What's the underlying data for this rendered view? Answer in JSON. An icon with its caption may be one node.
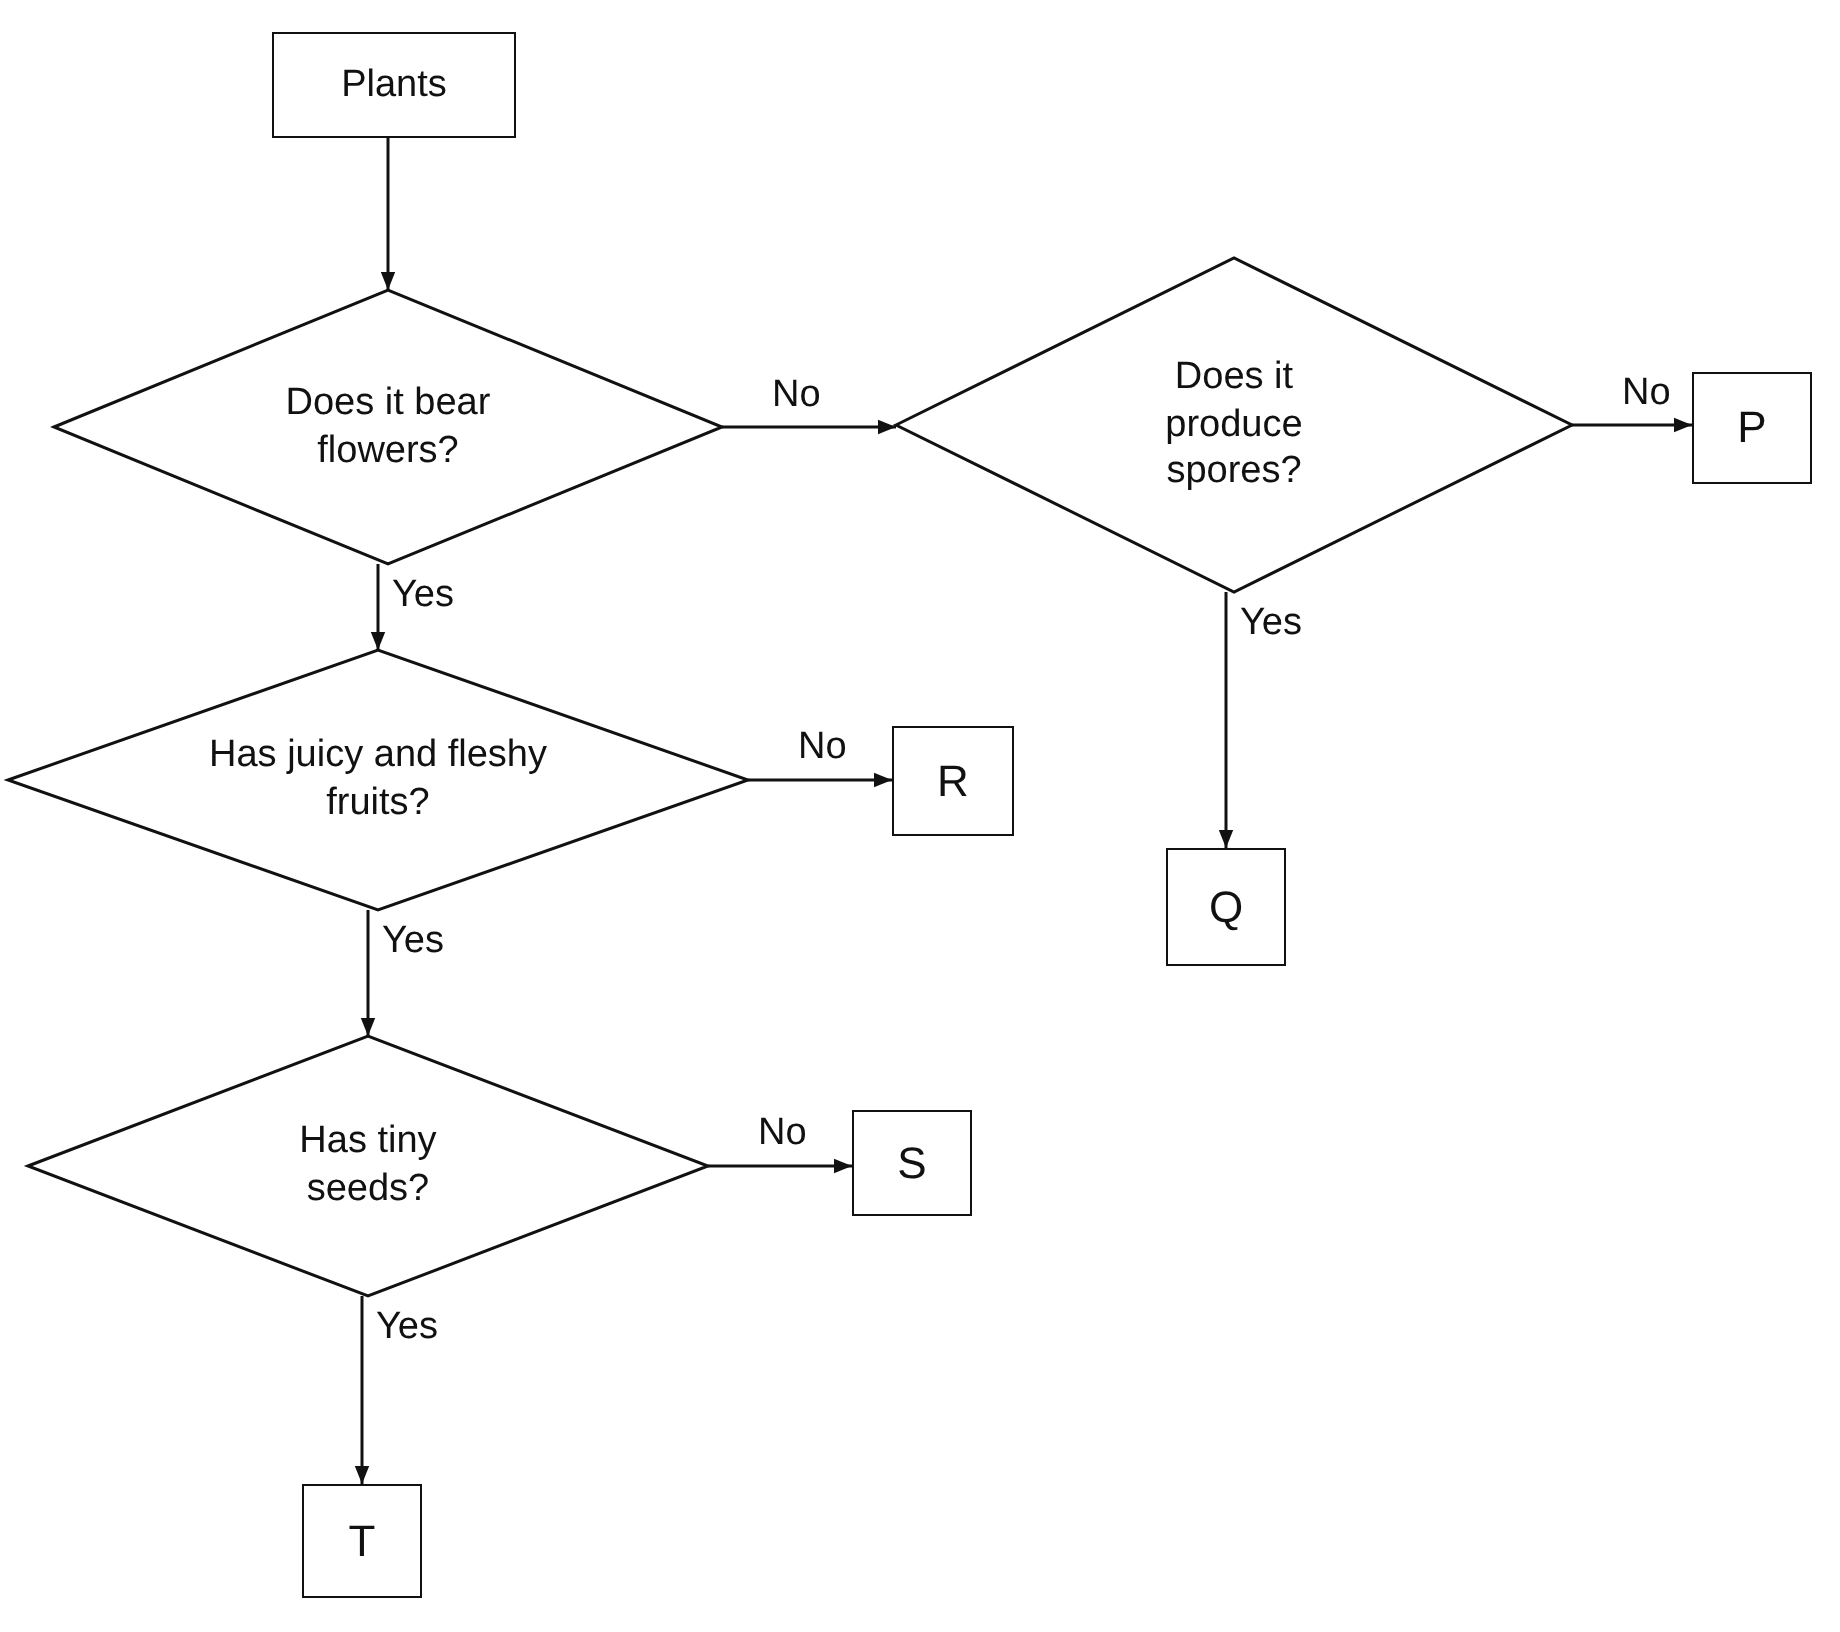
{
  "diagram": {
    "nodes": [
      {
        "text": [
          "Plants"
        ]
      },
      {
        "text": [
          "Does it bear flowers?"
        ]
      },
      {
        "text": [
          "Does it produce spores?"
        ]
      },
      {
        "text": [
          "P"
        ]
      },
      {
        "text": [
          "Q"
        ]
      },
      {
        "text": [
          "Has juicy and fleshy fruits?"
        ]
      },
      {
        "text": [
          "R"
        ]
      },
      {
        "text": [
          "Has tiny seeds?"
        ]
      },
      {
        "text": [
          "S"
        ]
      },
      {
        "text": [
          "T"
        ]
      }
    ],
    "edges": [
      {
        "from": 0,
        "to": 1,
        "arrow": "to"
      },
      {
        "from": 1,
        "to": 2,
        "arrow": "to",
        "label": "No"
      },
      {
        "from": 2,
        "to": 3,
        "arrow": "to",
        "label": "No"
      },
      {
        "from": 2,
        "to": 4,
        "arrow": "to",
        "label": "Yes"
      },
      {
        "from": 1,
        "to": 5,
        "arrow": "to",
        "label": "Yes"
      },
      {
        "from": 5,
        "to": 6,
        "arrow": "to",
        "label": "No"
      },
      {
        "from": 5,
        "to": 7,
        "arrow": "to",
        "label": "Yes"
      },
      {
        "from": 7,
        "to": 8,
        "arrow": "to",
        "label": "No"
      },
      {
        "from": 7,
        "to": 9,
        "arrow": "to",
        "label": "Yes"
      }
    ]
  }
}
